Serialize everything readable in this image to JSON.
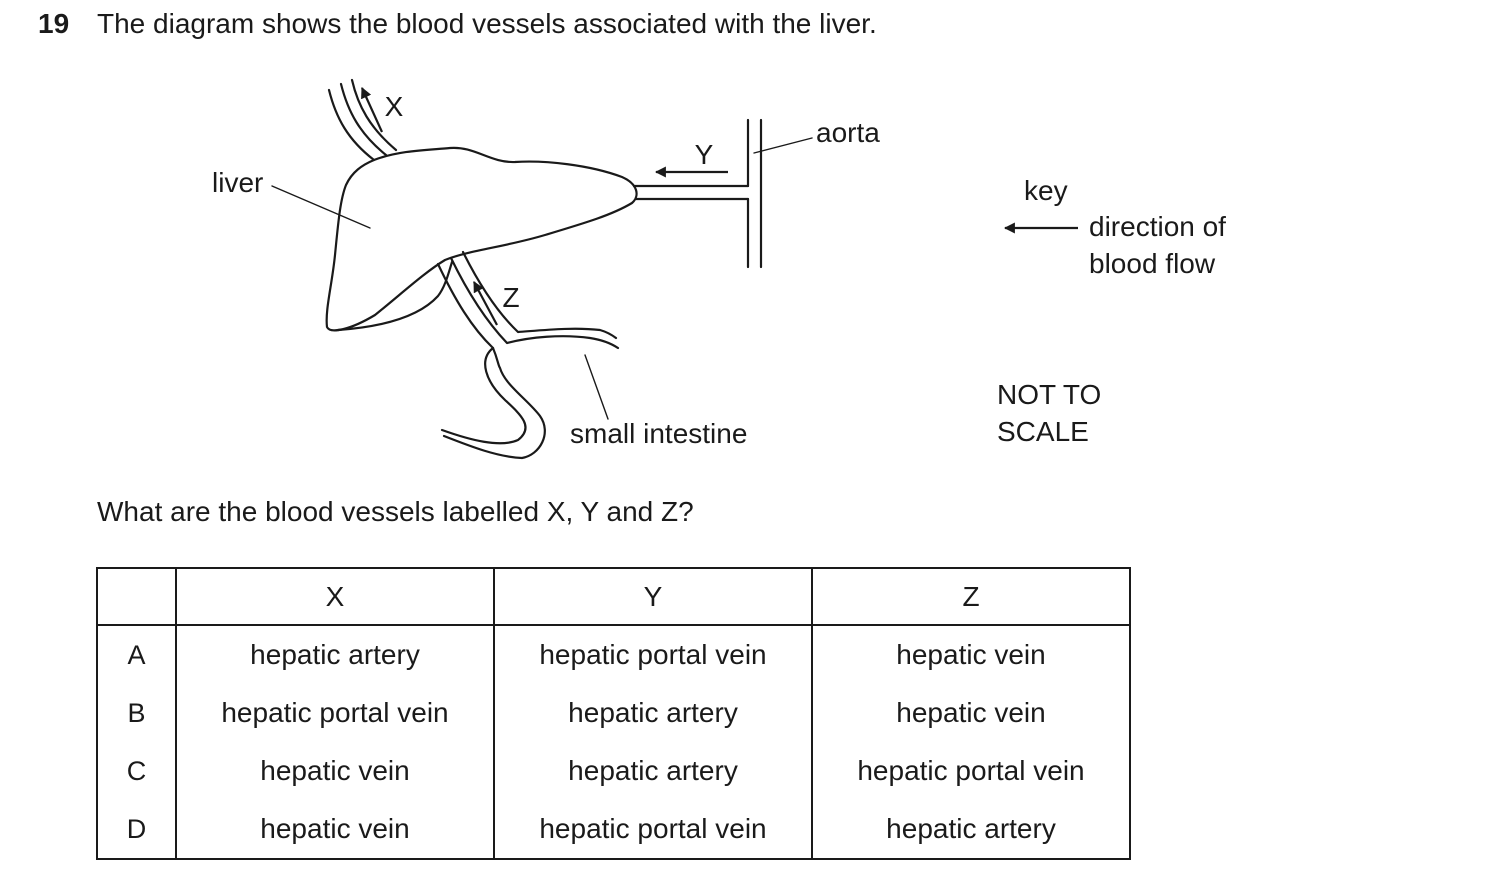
{
  "question": {
    "number": "19",
    "text": "The diagram shows the blood vessels associated with the liver.",
    "ask": "What are the blood vessels labelled X, Y and Z?"
  },
  "diagram": {
    "labels": {
      "x": "X",
      "y": "Y",
      "z": "Z",
      "liver": "liver",
      "aorta": "aorta",
      "small_intestine": "small intestine"
    },
    "key": {
      "title": "key",
      "line1": "direction of",
      "line2": "blood flow"
    },
    "scale_line1": "NOT TO",
    "scale_line2": "SCALE"
  },
  "table": {
    "headers": [
      "",
      "X",
      "Y",
      "Z"
    ],
    "rows": [
      {
        "letter": "A",
        "x": "hepatic artery",
        "y": "hepatic portal vein",
        "z": "hepatic vein"
      },
      {
        "letter": "B",
        "x": "hepatic portal vein",
        "y": "hepatic artery",
        "z": "hepatic vein"
      },
      {
        "letter": "C",
        "x": "hepatic vein",
        "y": "hepatic artery",
        "z": "hepatic portal vein"
      },
      {
        "letter": "D",
        "x": "hepatic vein",
        "y": "hepatic portal vein",
        "z": "hepatic artery"
      }
    ]
  }
}
